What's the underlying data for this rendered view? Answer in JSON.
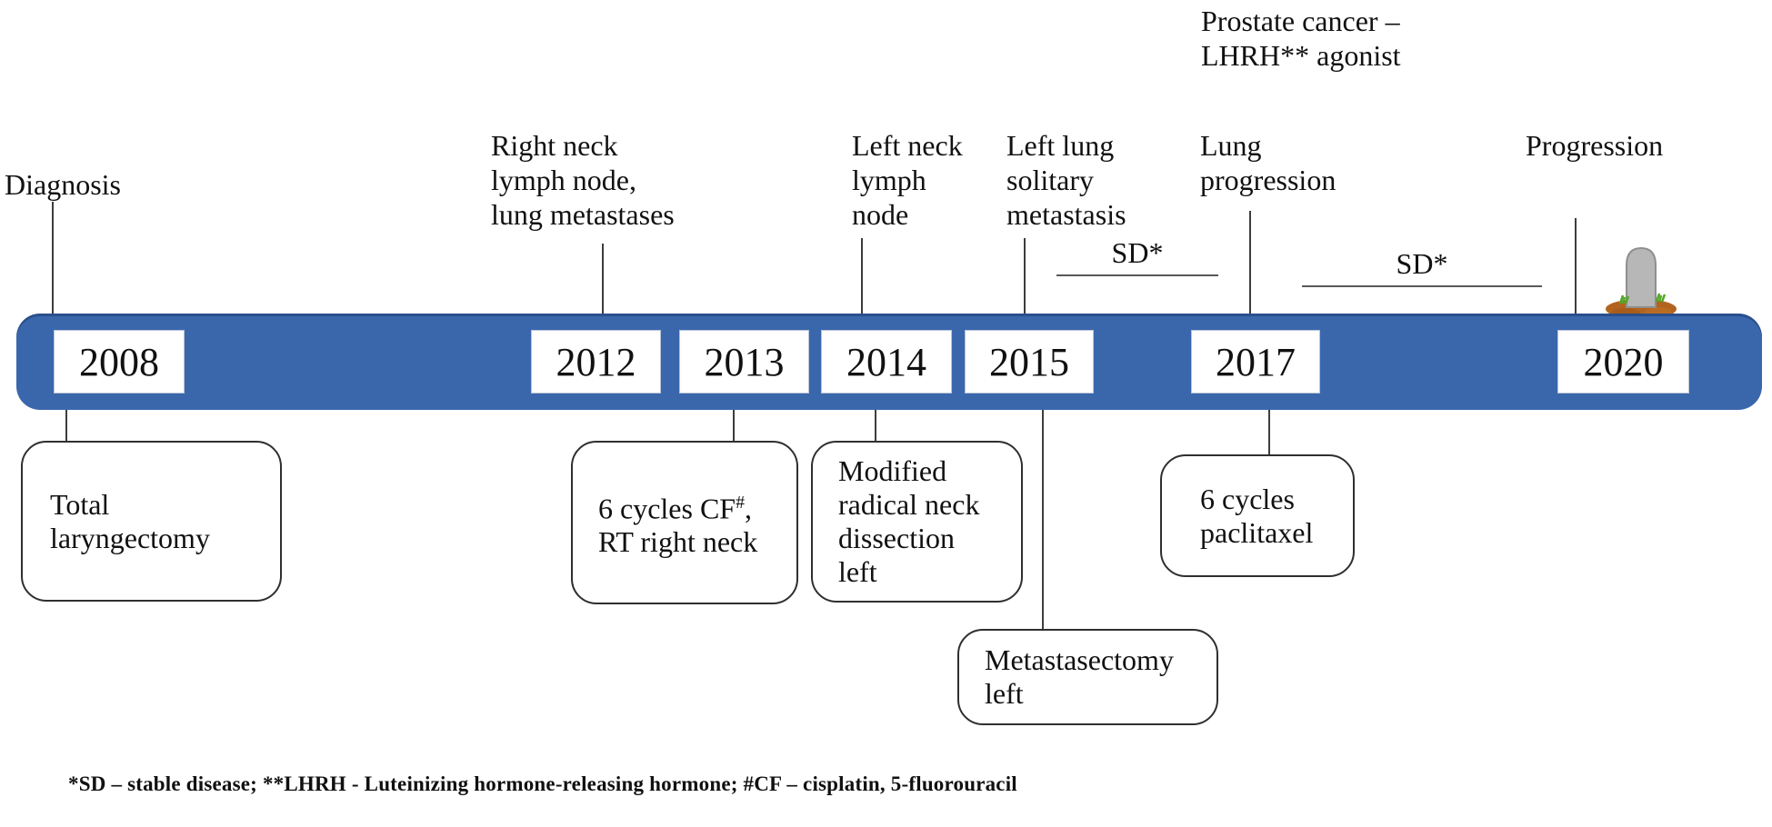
{
  "colors": {
    "bar_blue": "#3a67ac",
    "stone_gray": "#b7b7b7",
    "mound_brown": "#b2641f",
    "grass_green": "#53a826",
    "line_dark": "#3d3d3d"
  },
  "timeline": {
    "years": [
      "2008",
      "2012",
      "2013",
      "2014",
      "2015",
      "2017",
      "2020"
    ]
  },
  "events_above": {
    "diagnosis": "Diagnosis",
    "right_neck": "Right neck\nlymph node,\nlung metastases",
    "left_neck": "Left neck\nlymph\nnode",
    "left_lung": "Left lung\nsolitary\nmetastasis",
    "lung_progression": "Lung\nprogression",
    "prostate_cancer": "Prostate cancer –\nLHRH** agonist",
    "progression": "Progression"
  },
  "stable_disease": {
    "first": "SD*",
    "second": "SD*"
  },
  "treatments_below": {
    "laryngectomy": "Total\nlaryngectomy",
    "cf": {
      "line1_prefix": "6 cycles CF",
      "line1_sup": "#",
      "line1_suffix": ",",
      "line2": "RT right neck"
    },
    "neck_dissection": "Modified\nradical neck\ndissection\nleft",
    "metastasectomy": "Metastasectomy\nleft",
    "paclitaxel": "6 cycles\npaclitaxel"
  },
  "icons": {
    "tombstone": "tombstone marking death / end of timeline"
  },
  "footnote": "*SD – stable disease; **LHRH - Luteinizing hormone-releasing hormone; #CF – cisplatin, 5-fluorouracil"
}
